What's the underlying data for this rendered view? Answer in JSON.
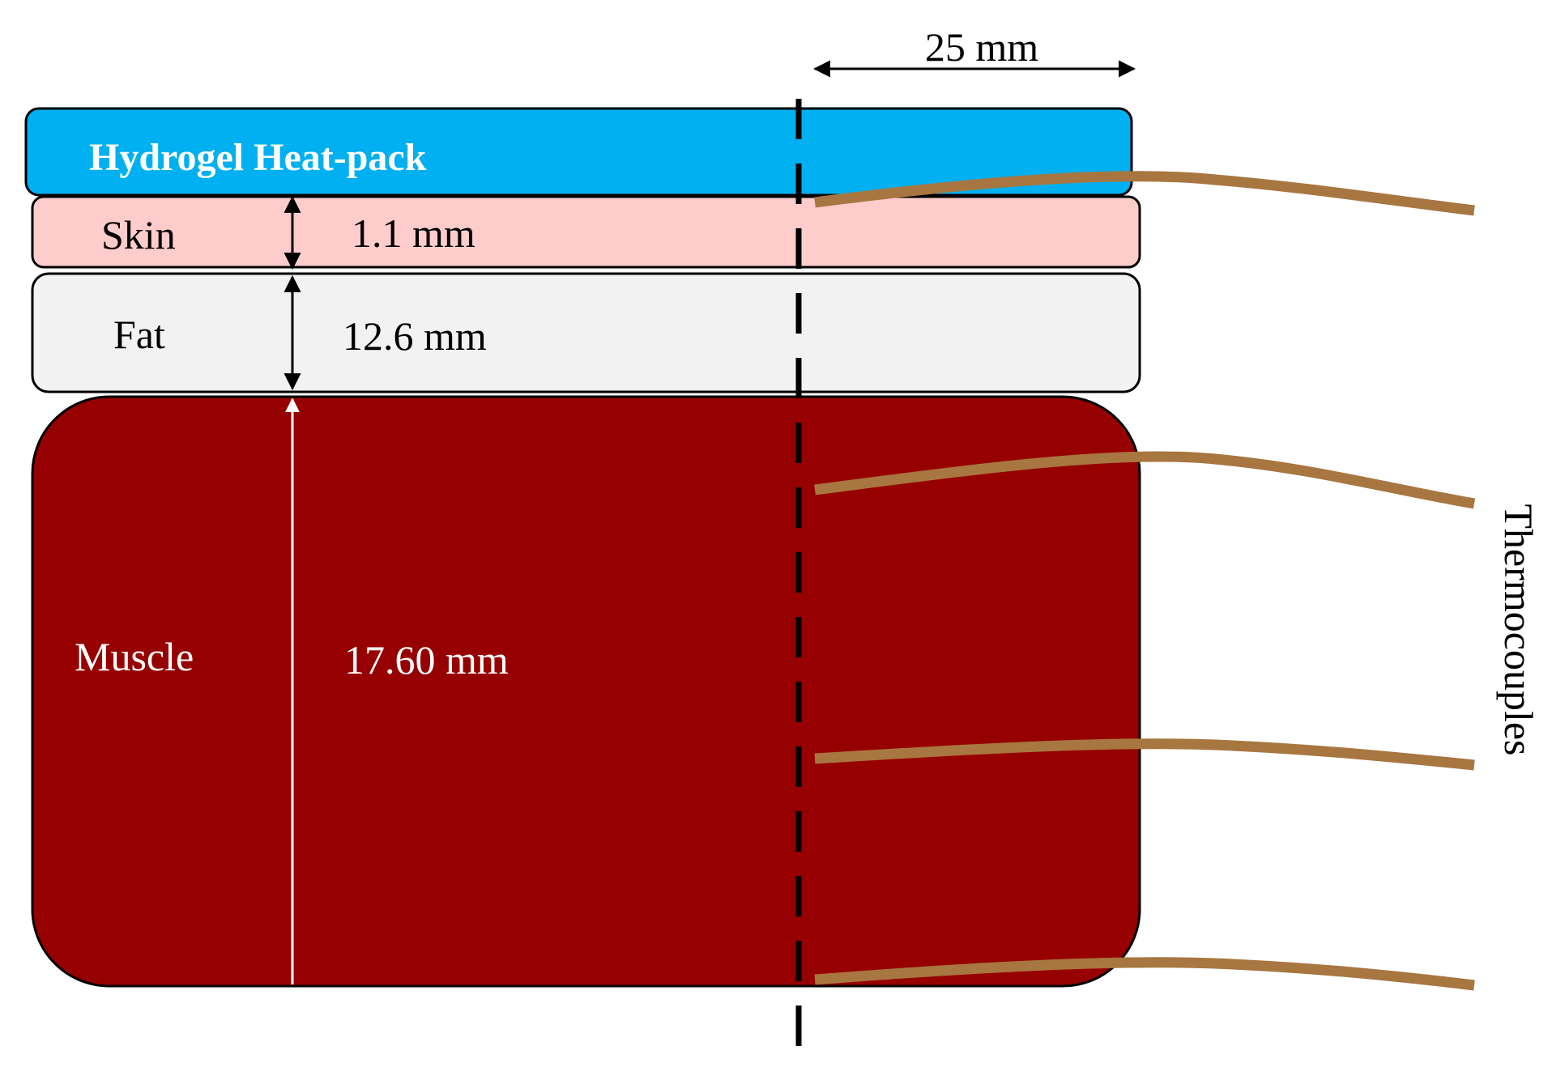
{
  "labels": {
    "width_dimension": "25 mm",
    "heatpack": "Hydrogel Heat-pack",
    "skin": "Skin",
    "skin_thickness": "1.1 mm",
    "fat": "Fat",
    "fat_thickness": "12.6 mm",
    "muscle": "Muscle",
    "muscle_thickness": "17.60 mm",
    "thermocouples": "Thermocouples"
  },
  "colors": {
    "heatpack": "#00b0f0",
    "skin": "#ffcccc",
    "fat": "#f2f2f2",
    "muscle": "#960000",
    "thermocouple_wire": "#a87640",
    "outline": "#000000",
    "white_text": "#ffffff"
  }
}
